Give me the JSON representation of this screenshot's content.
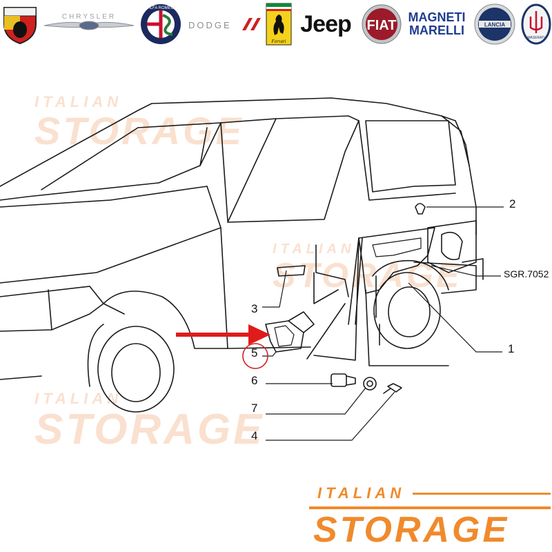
{
  "brands": [
    {
      "id": "abarth",
      "text": "ABARTH"
    },
    {
      "id": "chrysler",
      "text": "CHRYSLER"
    },
    {
      "id": "alfa-romeo",
      "text": "ALFA ROMEO"
    },
    {
      "id": "dodge",
      "text": "DODGE"
    },
    {
      "id": "ferrari",
      "text": "Ferrari"
    },
    {
      "id": "jeep",
      "text": "Jeep"
    },
    {
      "id": "fiat",
      "text": "FIAT"
    },
    {
      "id": "magneti-marelli",
      "line1": "MAGNETI",
      "line2": "MARELLI"
    },
    {
      "id": "lancia",
      "text": "LANCIA"
    },
    {
      "id": "maserati",
      "text": "MASERATI"
    }
  ],
  "watermark": {
    "line1": "ITALIAN",
    "line2": "STORAGE"
  },
  "logo": {
    "line1": "ITALIAN",
    "line2": "STORAGE"
  },
  "callouts": {
    "c1": "1",
    "c2": "2",
    "c3": "3",
    "c4": "4",
    "c5": "5",
    "c6": "6",
    "c7": "7",
    "ref": "SGR.7052"
  },
  "colors": {
    "accent": "#f08a2c",
    "arrow": "#e01b1b",
    "watermark": "#f6c8a8",
    "line": "#1a1a1a"
  }
}
